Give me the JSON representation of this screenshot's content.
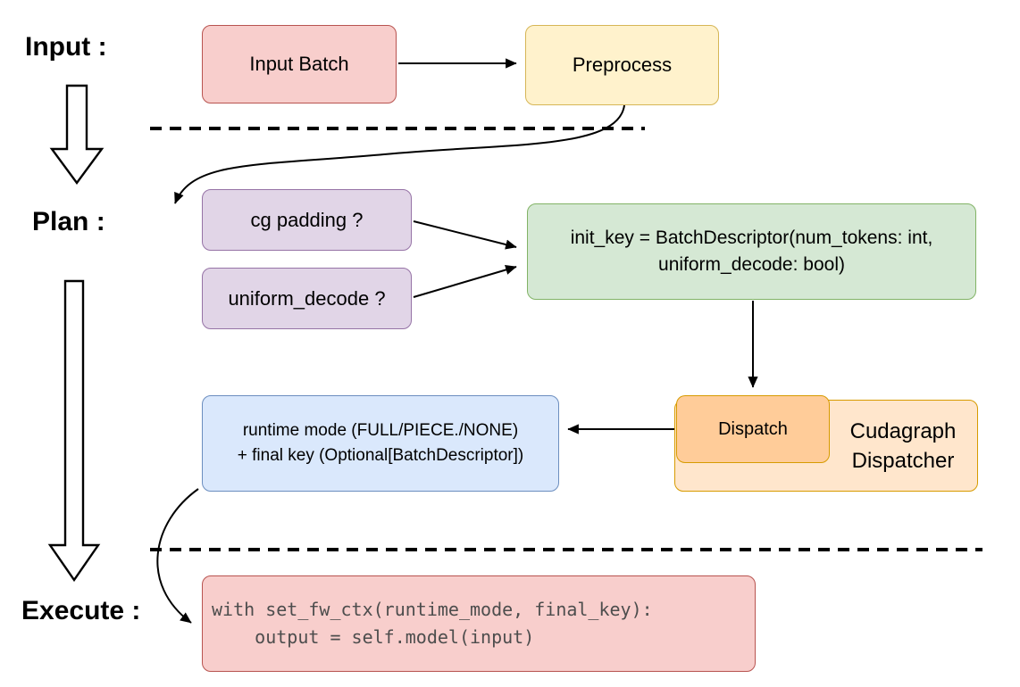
{
  "labels": {
    "input": "Input :",
    "plan": "Plan :",
    "execute": "Execute :"
  },
  "boxes": {
    "input_batch": {
      "label": "Input Batch"
    },
    "preprocess": {
      "label": "Preprocess"
    },
    "cg_padding": {
      "label": "cg padding ?"
    },
    "uniform_decode": {
      "label": "uniform_decode ?"
    },
    "init_key": {
      "line1": "init_key = BatchDescriptor(num_tokens: int,",
      "line2": "uniform_decode: bool)"
    },
    "dispatch": {
      "label": "Dispatch"
    },
    "cudagraph_dispatcher": {
      "line1": "Cudagraph",
      "line2": "Dispatcher"
    },
    "runtime_mode": {
      "line1": "runtime mode (FULL/PIECE./NONE)",
      "line2": "+ final key (Optional[BatchDescriptor])"
    },
    "execute_code": {
      "line1": "with set_fw_ctx(runtime_mode, final_key):",
      "line2": "    output = self.model(input)"
    }
  },
  "colors": {
    "red-fill": "#f8cecc",
    "red-stroke": "#b85450",
    "yellow-fill": "#fff2cc",
    "yellow-stroke": "#d6b656",
    "purple-fill": "#e1d5e7",
    "purple-stroke": "#9673a6",
    "green-fill": "#d5e8d4",
    "green-stroke": "#82b366",
    "blue-fill": "#dae8fc",
    "blue-stroke": "#6c8ebf",
    "orange-fill": "#ffe6cc",
    "orange-stroke": "#d79b00",
    "dispatch-fill": "#ffcc99",
    "code-text": "#4d4d4d"
  }
}
